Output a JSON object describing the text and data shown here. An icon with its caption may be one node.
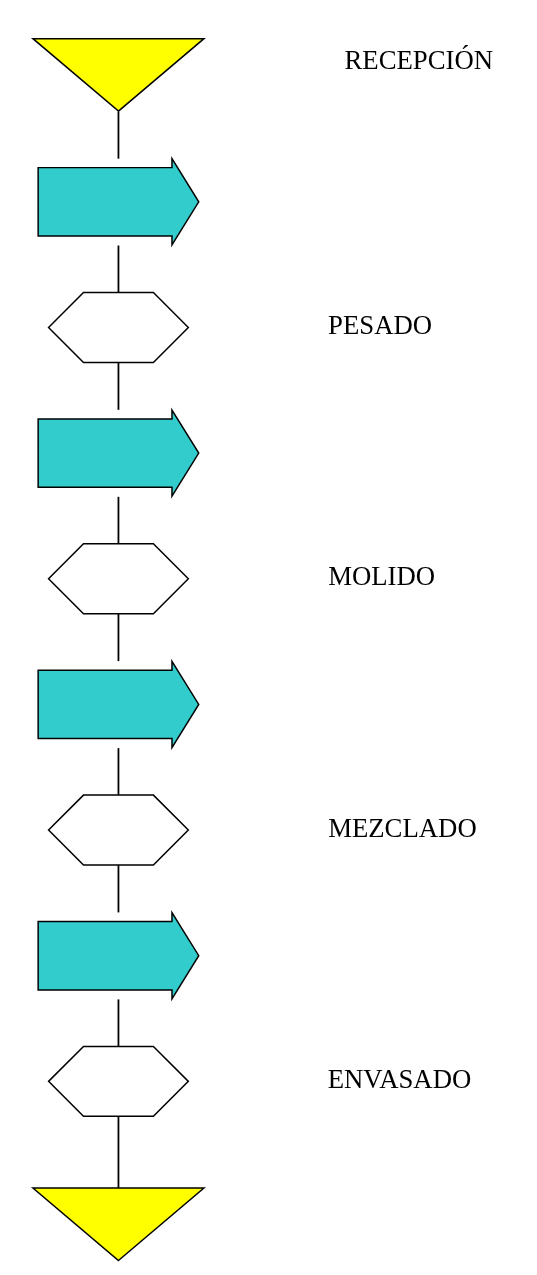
{
  "diagram": {
    "nodes": [
      {
        "text": [],
        "shape": "triangle"
      },
      {
        "text": [],
        "shape": "arrow"
      },
      {
        "text": [],
        "shape": "hexagon"
      },
      {
        "text": [],
        "shape": "arrow"
      },
      {
        "text": [],
        "shape": "hexagon"
      },
      {
        "text": [],
        "shape": "arrow"
      },
      {
        "text": [],
        "shape": "hexagon"
      },
      {
        "text": [],
        "shape": "arrow"
      },
      {
        "text": [],
        "shape": "hexagon"
      },
      {
        "text": [],
        "shape": "triangle"
      }
    ],
    "edges": [
      {
        "from": 0,
        "to": 1,
        "arrow": "none"
      },
      {
        "from": 1,
        "to": 2,
        "arrow": "none"
      },
      {
        "from": 2,
        "to": 3,
        "arrow": "none"
      },
      {
        "from": 3,
        "to": 4,
        "arrow": "none"
      },
      {
        "from": 4,
        "to": 5,
        "arrow": "none"
      },
      {
        "from": 5,
        "to": 6,
        "arrow": "none"
      },
      {
        "from": 6,
        "to": 7,
        "arrow": "none"
      },
      {
        "from": 7,
        "to": 8,
        "arrow": "none"
      },
      {
        "from": 8,
        "to": 9,
        "arrow": "none"
      }
    ],
    "labels": [
      "RECEPCIÓN",
      "PESADO",
      "MOLIDO",
      "MEZCLADO",
      "ENVASADO"
    ]
  }
}
